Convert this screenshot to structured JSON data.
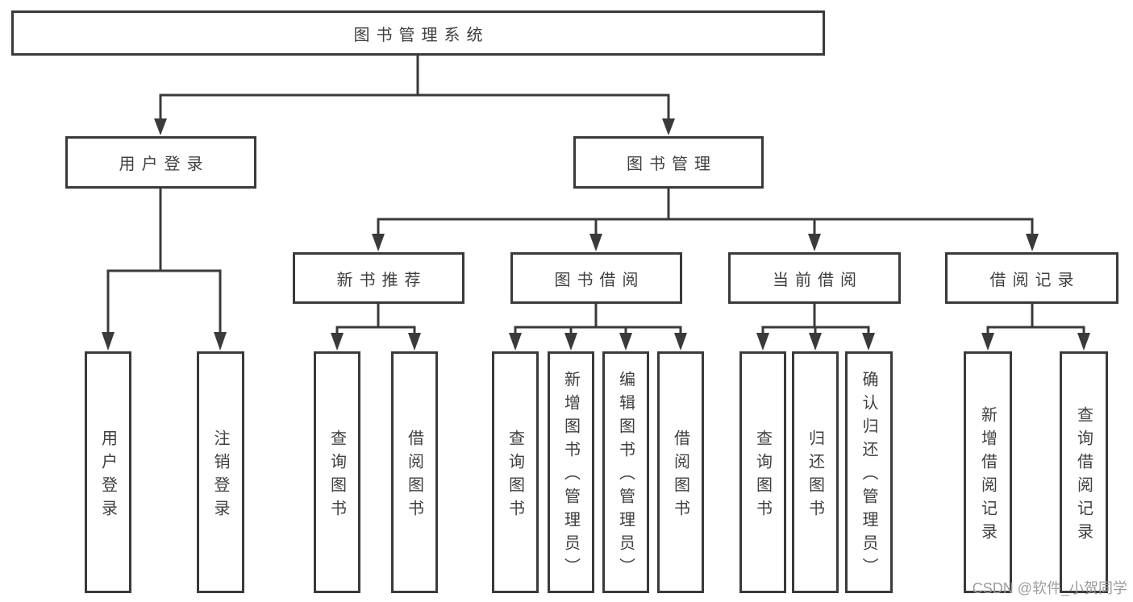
{
  "diagram": {
    "title": "图书管理系统",
    "groups": [
      {
        "label": "用户登录",
        "children": [
          "用户登录",
          "注销登录"
        ]
      },
      {
        "label": "图书管理",
        "sections": [
          {
            "label": "新书推荐",
            "children": [
              "查询图书",
              "借阅图书"
            ]
          },
          {
            "label": "图书借阅",
            "children": [
              "查询图书",
              "新增图书（管理员）",
              "编辑图书（管理员）",
              "借阅图书"
            ]
          },
          {
            "label": "当前借阅",
            "children": [
              "查询图书",
              "归还图书",
              "确认归还（管理员）"
            ]
          },
          {
            "label": "借阅记录",
            "children": [
              "新增借阅记录",
              "查询借阅记录"
            ]
          }
        ]
      }
    ]
  },
  "watermark": "CSDN @软件_小贺同学",
  "colors": {
    "line": "#3a3a3a",
    "box_border": "#3a3a3a",
    "text": "#3f3f3f",
    "watermark": "#9c9c9c",
    "background": "#ffffff"
  }
}
